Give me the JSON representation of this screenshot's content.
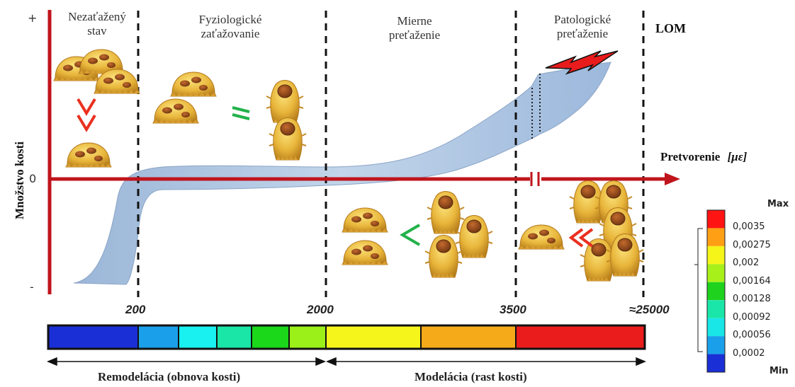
{
  "zones": {
    "z1": "Nezaťažený\nstav",
    "z2": "Fyziologické\nzaťažovanie",
    "z3": "Mierne\npreťaženie",
    "z4": "Patologické\npreťaženie",
    "z5": "LOM"
  },
  "axis": {
    "y_label": "Množstvo kosti",
    "x_label": "Pretvorenie",
    "x_unit": "[με]",
    "plus": "+",
    "zero": "0",
    "minus": "-"
  },
  "ticks": [
    "200",
    "2000",
    "3500",
    "≈25000"
  ],
  "bottom": {
    "left": "Remodelácia (obnova kosti)",
    "right": "Modelácia (rast kosti)"
  },
  "colorbar_colors": [
    "#1a2fd6",
    "#1aa0ea",
    "#19f0f0",
    "#1ae6a8",
    "#1bd81b",
    "#9af018",
    "#f5f51c",
    "#f5aa1a",
    "#ea1c1c"
  ],
  "legend": {
    "max": "Max",
    "min": "Min",
    "ticks": [
      "0,0035",
      "0,00275",
      "0,002",
      "0,00164",
      "0,00128",
      "0,00092",
      "0,00056",
      "0,0002"
    ],
    "colors": [
      "#ff1414",
      "#ff9f14",
      "#f5f51a",
      "#a8f01a",
      "#1ed21e",
      "#19e6a8",
      "#19e6e6",
      "#1aa0ea",
      "#1a2fd6"
    ]
  },
  "colors": {
    "axis": "#c0141c",
    "band": "#a9c4e2",
    "lightning": "#e81c1c",
    "arrow_green": "#22b24a",
    "arrow_red": "#ea3020"
  },
  "icons": {
    "cell": "bone-cell-icon",
    "lightning": "lightning-icon",
    "equal": "equal-sign-icon",
    "down_chevron": "double-down-chevron-icon",
    "less_than": "less-than-icon",
    "double_less": "double-less-than-icon",
    "axis_break": "axis-break-icon"
  }
}
